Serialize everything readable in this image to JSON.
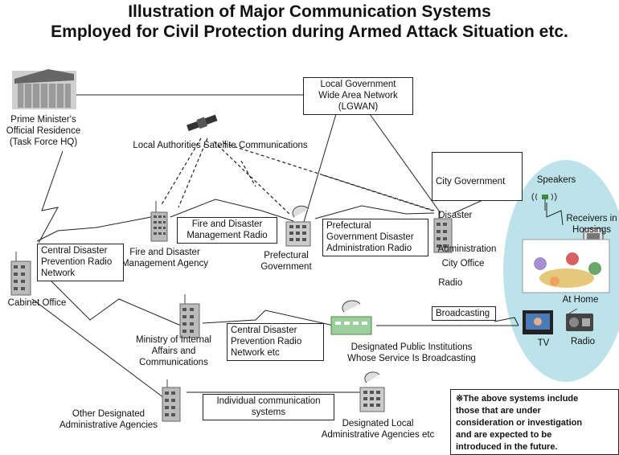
{
  "title": {
    "line1": "Illustration of Major Communication Systems",
    "line2": "Employed for Civil Protection during Armed Attack Situation etc."
  },
  "nodes": {
    "prime_minister": [
      "Prime Minister's",
      "Official Residence",
      "(Task Force HQ)"
    ],
    "satellite": "Local Authorities Satellite Communications",
    "fdma": [
      "Fire and Disaster",
      "Management Agency"
    ],
    "prefectural": [
      "Prefectural",
      "Government"
    ],
    "city_office": "City Office",
    "cabinet_office": "Cabinet Office",
    "mic": [
      "Ministry of Internal",
      "Affairs and",
      "Communications"
    ],
    "public_institutions": [
      "Designated Public Institutions",
      "Whose Service Is Broadcasting"
    ],
    "other_agencies": [
      "Other Designated",
      "Administrative Agencies"
    ],
    "local_agencies": [
      "Designated Local",
      "Administrative Agencies etc"
    ],
    "speakers": "Speakers",
    "receivers": [
      "Receivers in",
      "Housings"
    ],
    "at_home": "At Home",
    "tv": "TV",
    "radio": "Radio"
  },
  "boxes": {
    "lgwan": [
      "Local Government",
      "Wide Area Network",
      "(LGWAN)"
    ],
    "city_radio": [
      "City Government",
      " Disaster",
      " Administration",
      " Radio"
    ],
    "fire_radio": [
      "Fire and Disaster",
      "Management Radio"
    ],
    "pref_radio": [
      "Prefectural",
      "Government Disaster",
      "Administration Radio"
    ],
    "central_radio": [
      "Central Disaster",
      "Prevention Radio",
      "Network"
    ],
    "central_radio_etc": [
      "Central Disaster",
      "Prevention Radio",
      "Network etc"
    ],
    "broadcasting": "Broadcasting",
    "individual": [
      "Individual communication",
      "systems"
    ]
  },
  "note": [
    "※The above systems include",
    "those that are under",
    "consideration or investigation",
    "and are expected to be",
    "introduced in the future."
  ],
  "colors": {
    "home_area": "#bde3ea",
    "building": "#888888"
  }
}
